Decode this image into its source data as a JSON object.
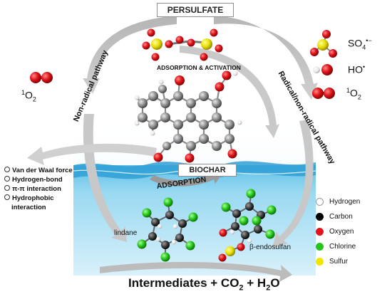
{
  "labels": {
    "persulfate": "PERSULFATE",
    "adsorption_activation": "ADSORPTION & ACTIVATION",
    "biochar": "BIOCHAR",
    "adsorption": "ADSORPTION",
    "non_radical_pathway": "Non-radical pathway",
    "radical_non_radical_pathway": "Radical/non-radical pathway",
    "lindane": "lindane",
    "endosulfan": "β-endosulfan",
    "intermediates": "Intermediates + CO",
    "intermediates_sub": "2",
    "intermediates_plus": " + H",
    "intermediates_sub2": "2",
    "intermediates_end": "O"
  },
  "left_species": {
    "singlet_oxygen": {
      "sup": "1",
      "main": "O",
      "sub": "2"
    }
  },
  "species": [
    {
      "main": "SO",
      "sub": "4",
      "sup": "•−"
    },
    {
      "main": "HO",
      "sub": "",
      "sup": "•"
    },
    {
      "main": "O",
      "sub": "2",
      "pre": "1"
    }
  ],
  "forces": [
    "Van der Waal force",
    "Hydrogen-bond",
    "π-π interaction",
    "Hydrophobic",
    "interaction"
  ],
  "legend": [
    {
      "label": "Hydrogen",
      "color": "#ffffff"
    },
    {
      "label": "Carbon",
      "color": "#000000"
    },
    {
      "label": "Oxygen",
      "color": "#e3141b"
    },
    {
      "label": "Chlorine",
      "color": "#27c41c"
    },
    {
      "label": "Sulfur",
      "color": "#f2e600"
    }
  ]
}
